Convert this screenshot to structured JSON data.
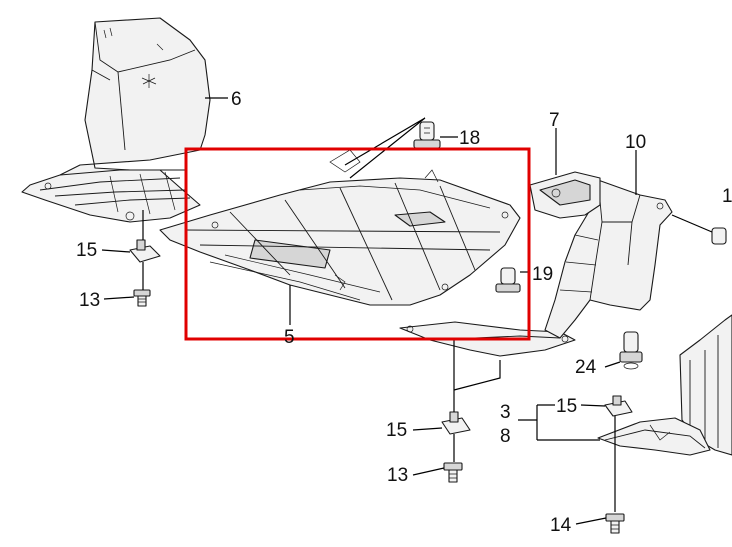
{
  "highlight_color": "#e00000",
  "labels": {
    "l6": "6",
    "l18": "18",
    "l7": "7",
    "l10": "10",
    "l1": "1",
    "l15a": "15",
    "l13a": "13",
    "l19": "19",
    "l5": "5",
    "l24": "24",
    "l3": "3",
    "l8": "8",
    "l15b": "15",
    "l15c": "15",
    "l13b": "13",
    "l14": "14"
  }
}
